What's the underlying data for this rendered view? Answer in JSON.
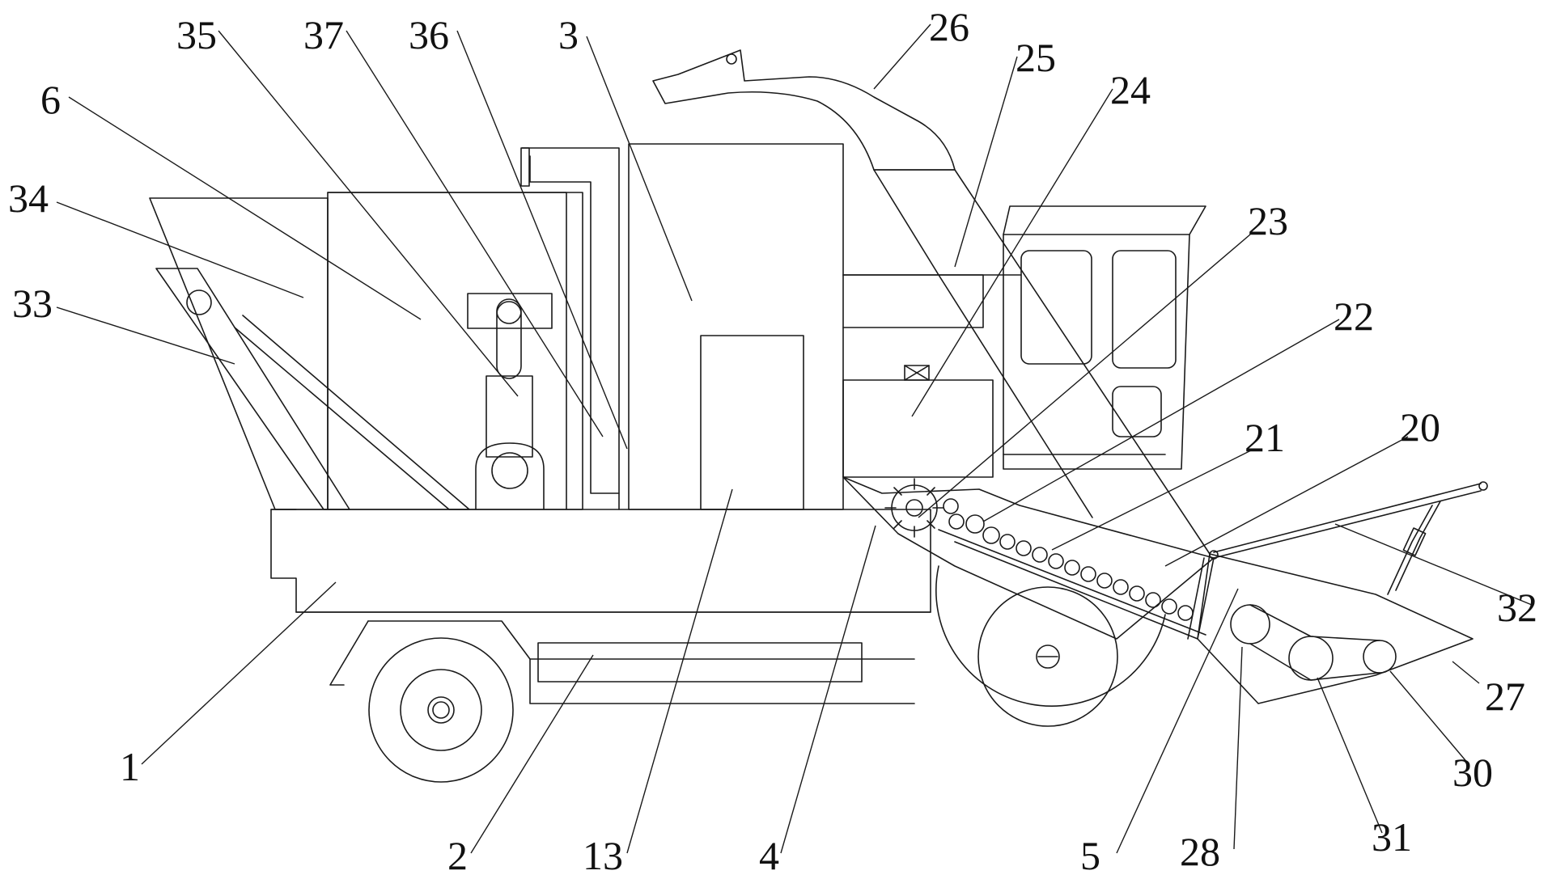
{
  "figure": {
    "labels": [
      {
        "id": "1",
        "text": "1"
      },
      {
        "id": "2",
        "text": "2"
      },
      {
        "id": "3",
        "text": "3"
      },
      {
        "id": "4",
        "text": "4"
      },
      {
        "id": "5",
        "text": "5"
      },
      {
        "id": "6",
        "text": "6"
      },
      {
        "id": "13",
        "text": "13"
      },
      {
        "id": "20",
        "text": "20"
      },
      {
        "id": "21",
        "text": "21"
      },
      {
        "id": "22",
        "text": "22"
      },
      {
        "id": "23",
        "text": "23"
      },
      {
        "id": "24",
        "text": "24"
      },
      {
        "id": "25",
        "text": "25"
      },
      {
        "id": "26",
        "text": "26"
      },
      {
        "id": "27",
        "text": "27"
      },
      {
        "id": "28",
        "text": "28"
      },
      {
        "id": "30",
        "text": "30"
      },
      {
        "id": "31",
        "text": "31"
      },
      {
        "id": "32",
        "text": "32"
      },
      {
        "id": "33",
        "text": "33"
      },
      {
        "id": "34",
        "text": "34"
      },
      {
        "id": "35",
        "text": "35"
      },
      {
        "id": "36",
        "text": "36"
      },
      {
        "id": "37",
        "text": "37"
      }
    ]
  }
}
